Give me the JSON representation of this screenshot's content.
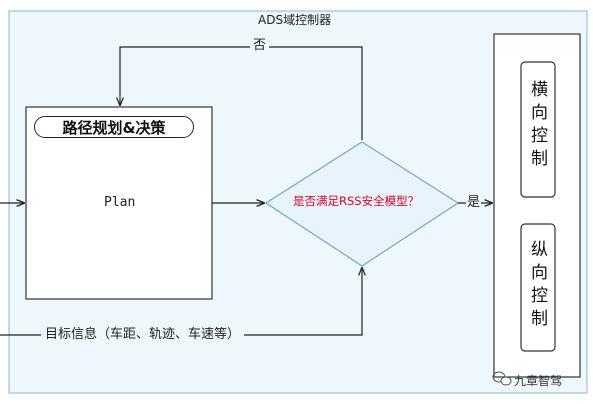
{
  "controller_title": "ADS域控制器",
  "plan_box": {
    "title": "路径规划&决策",
    "body": "Plan"
  },
  "decision": {
    "question": "是否满足RSS安全模型？",
    "no_label": "否",
    "yes_label": "是"
  },
  "input_label": "目标信息（车距、轨迹、车速等）",
  "control_panel": {
    "lateral": "横向控制",
    "longitudinal": "纵向控制"
  },
  "watermark": "九章智驾",
  "colors": {
    "frame_bg": "#eef7fb",
    "frame_border": "#8ab8d2",
    "diamond_fill": "#e8f3fb",
    "diamond_border": "#6aaad4",
    "question_text": "#e0002a"
  }
}
